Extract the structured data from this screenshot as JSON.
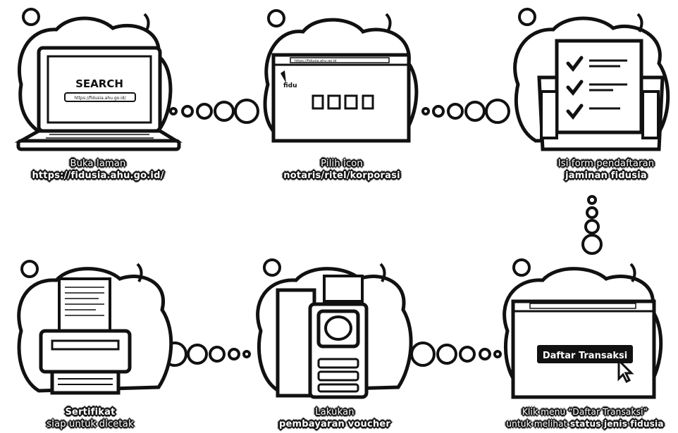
{
  "steps": [
    {
      "line1": "Buka laman",
      "line2": "https://fidusia.ahu.go.id/"
    },
    {
      "line1": "Pilih icon",
      "line2": "notaris/ritel/korporasi"
    },
    {
      "line1": "Isi form pendaftaran",
      "line2": "jaminan fidusia"
    },
    {
      "line1": "Klik menu “Daftar Transaksi”",
      "line2_pre": "untuk melihat",
      "line2_bold": "status jenis fidusia"
    },
    {
      "line1": "Lakukan",
      "line2": "pembayaran voucher"
    },
    {
      "line1": "Sertifikat",
      "line2": "siap untuk dicetak"
    }
  ],
  "screens": {
    "search_label": "SEARCH",
    "search_url": "https://fidusia.ahu.go.id/",
    "browser_url": "https://fidusia.ahu.go.id",
    "logo_text": "fidu",
    "menu_button": "Daftar Transaksi"
  }
}
